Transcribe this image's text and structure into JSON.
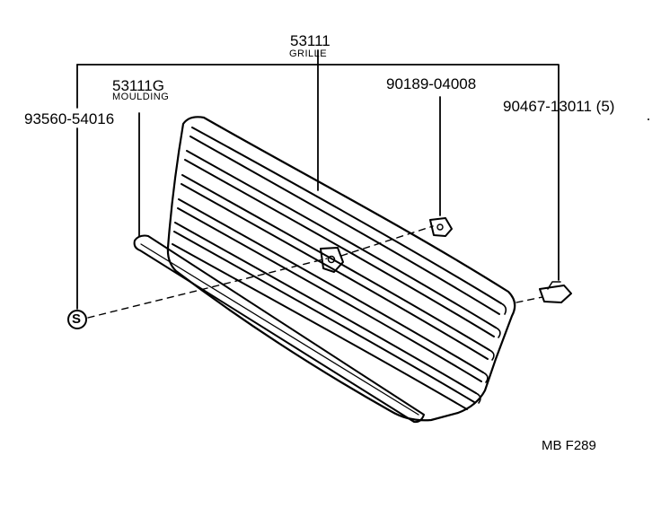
{
  "parts": {
    "grille": {
      "number": "53111",
      "name": "GRILLE"
    },
    "moulding": {
      "number": "53111G",
      "name": "MOULDING"
    },
    "screw": {
      "number": "93560-54016",
      "symbol": "S"
    },
    "clip_upper": {
      "number": "90189-04008"
    },
    "clip_lower": {
      "number": "90467-13011 (5)"
    }
  },
  "diagram_code": "MB F289"
}
